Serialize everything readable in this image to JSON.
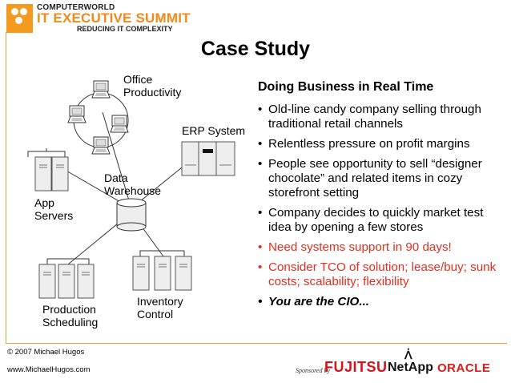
{
  "logo": {
    "line1": "COMPUTERWORLD",
    "line2": "IT EXECUTIVE SUMMIT",
    "line3": "REDUCING IT COMPLEXITY"
  },
  "title": "Case Study",
  "diagram": {
    "office_productivity": "Office\nProductivity",
    "erp_system": "ERP System",
    "data_warehouse": "Data\nWarehouse",
    "app_servers": "App\nServers",
    "inventory_control": "Inventory\nControl",
    "production_scheduling": "Production\nScheduling"
  },
  "content": {
    "heading": "Doing Business in Real Time",
    "bullet_glyph": "•",
    "bullets": [
      {
        "text": "Old-line candy company selling through traditional retail channels"
      },
      {
        "text": "Relentless pressure on profit margins"
      },
      {
        "text": "People see opportunity to sell “designer chocolate” and related items in cozy storefront setting"
      },
      {
        "text": "Company decides to quickly market test idea by opening a few stores"
      },
      {
        "text": "Need systems support in 90 days!"
      },
      {
        "text": "Consider TCO of solution; lease/buy; sunk costs; scalability; flexibility"
      },
      {
        "text": "You are the CIO..."
      }
    ]
  },
  "footer": {
    "copyright": "© 2007 Michael Hugos",
    "url": "www.MichaelHugos.com",
    "sponsored_by": "Sponsored by",
    "sponsors": [
      "FUJITSU",
      "NetApp",
      "ORACLE"
    ]
  },
  "colors": {
    "accent_orange": "#f39a1f",
    "highlight_red": "#e03020"
  }
}
